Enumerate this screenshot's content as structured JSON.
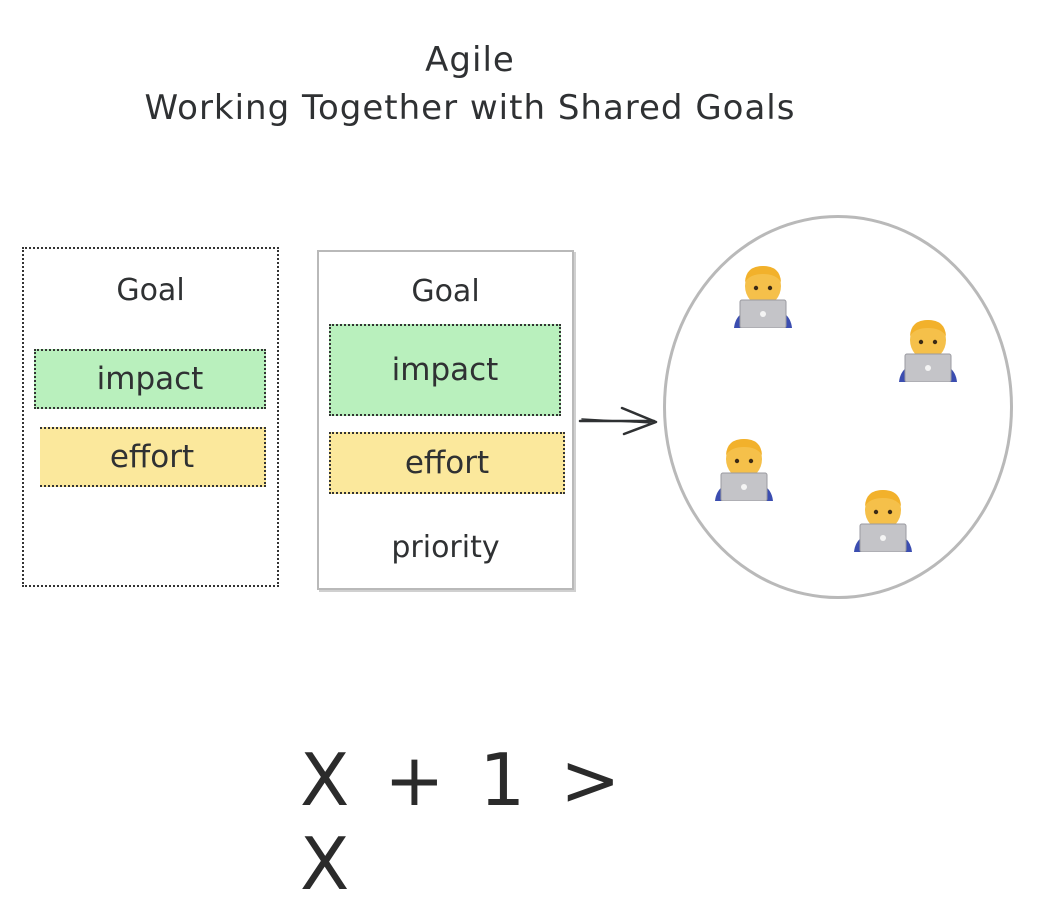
{
  "title": {
    "line1": "Agile",
    "line2": "Working Together with Shared Goals"
  },
  "left_card": {
    "goal": "Goal",
    "impact": "impact",
    "effort": "effort"
  },
  "right_card": {
    "goal": "Goal",
    "impact": "impact",
    "effort": "effort",
    "priority": "priority"
  },
  "team": {
    "members": 4,
    "icon": "technologist-with-laptop-icon"
  },
  "equation": "X + 1 > X",
  "colors": {
    "impact": "#b9f0bd",
    "effort": "#fbe89c",
    "circle": "#b9b9b9",
    "ink": "#2f3133"
  }
}
